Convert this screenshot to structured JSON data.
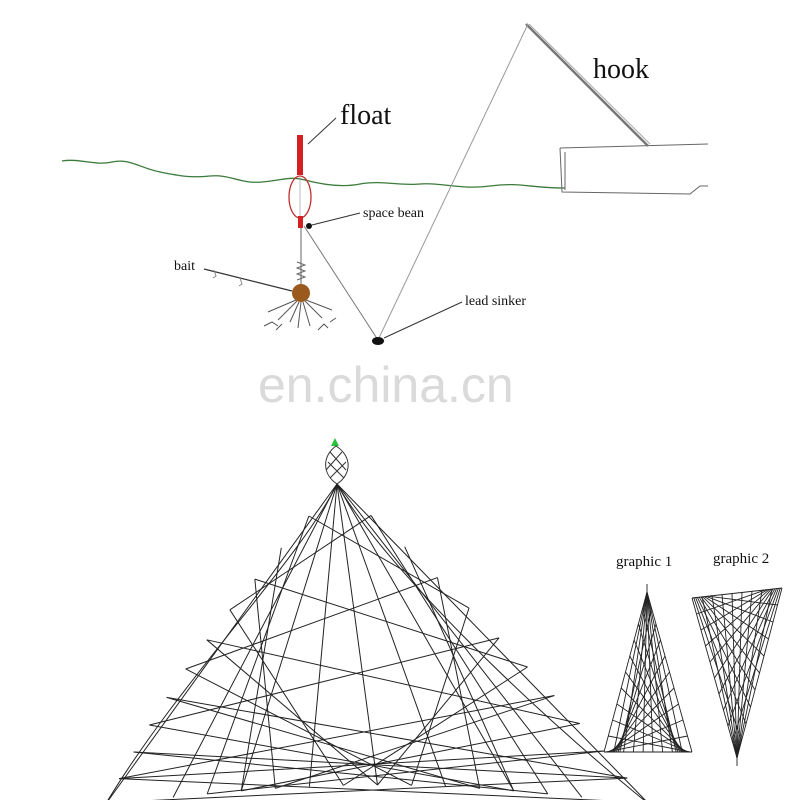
{
  "labels": {
    "hook": "hook",
    "float": "float",
    "space_bean": "space bean",
    "bait": "bait",
    "lead_sinker": "lead sinker",
    "graphic_1": "graphic 1",
    "graphic_2": "graphic 2"
  },
  "watermark": "en.china.cn",
  "colors": {
    "water_line": "#3a7a3a",
    "float": "#d42020",
    "bait": "#9a5a1e",
    "net": "#222222",
    "line": "#555555",
    "top_marker": "#27c23a"
  }
}
